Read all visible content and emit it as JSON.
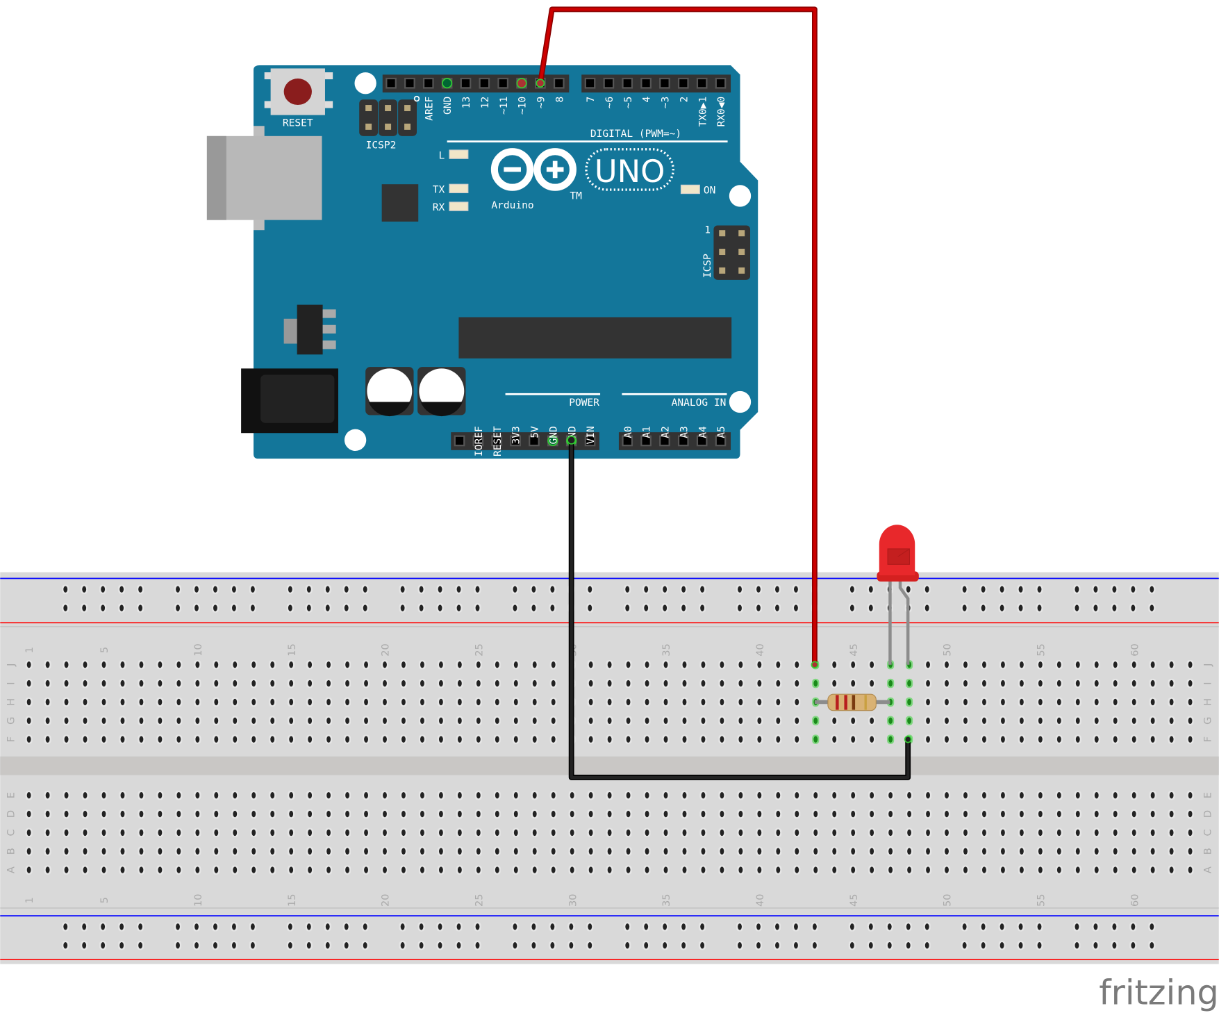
{
  "arduino": {
    "reset_label": "RESET",
    "icsp2_label": "ICSP2",
    "icsp_label": "ICSP",
    "icsp_pin1": "1",
    "digital_label": "DIGITAL (PWM=~)",
    "digital_pins_left": [
      "AREF",
      "GND",
      "13",
      "12",
      "~11",
      "~10",
      "~9",
      "8"
    ],
    "digital_pins_right": [
      "7",
      "~6",
      "~5",
      "4",
      "~3",
      "2",
      "TX0▶1",
      "RX0◀0"
    ],
    "led_labels": {
      "l": "L",
      "tx": "TX",
      "rx": "RX",
      "on": "ON"
    },
    "brand": "Arduino",
    "trademark": "TM",
    "model": "UNO",
    "power_label": "POWER",
    "power_pins": [
      "IOREF",
      "RESET",
      "3V3",
      "5V",
      "GND",
      "GND",
      "VIN"
    ],
    "analog_label": "ANALOG IN",
    "analog_pins": [
      "A0",
      "A1",
      "A2",
      "A3",
      "A4",
      "A5"
    ],
    "board_color": "#13769a"
  },
  "breadboard": {
    "rows_top": [
      "J",
      "I",
      "H",
      "G",
      "F"
    ],
    "rows_bottom": [
      "E",
      "D",
      "C",
      "B",
      "A"
    ],
    "column_numbers": [
      "1",
      "5",
      "10",
      "15",
      "20",
      "25",
      "30",
      "35",
      "40",
      "45",
      "50",
      "55",
      "60"
    ],
    "columns": 63,
    "rail_positive_color": "#ff0000",
    "rail_negative_color": "#0000ff"
  },
  "wires": {
    "signal_color": "#cc0000",
    "ground_color": "#222222"
  },
  "led_color": "#e8282b",
  "watermark": "fritzing"
}
